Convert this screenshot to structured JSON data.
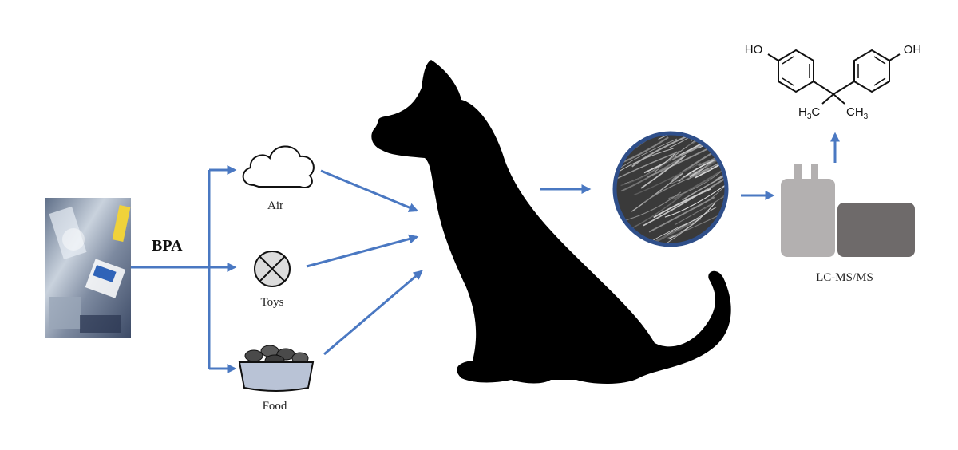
{
  "source_label": "BPA",
  "sources": [
    {
      "label": "Air",
      "icon": "cloud-icon"
    },
    {
      "label": "Toys",
      "icon": "toy-ball-icon"
    },
    {
      "label": "Food",
      "icon": "food-bowl-icon"
    }
  ],
  "subject_icon": "dog-silhouette-icon",
  "sample_icon": "hair-sample-icon",
  "instrument": {
    "label": "LC-MS/MS",
    "icon": "lc-ms-instrument-icon"
  },
  "structure": {
    "left_group": "HO",
    "right_group": "OH",
    "methyl_left": {
      "main": "H",
      "sub": "3",
      "tail": "C"
    },
    "methyl_right": {
      "main": "CH",
      "sub": "3"
    }
  },
  "colors": {
    "arrow": "#4a78c2",
    "silhouette": "#000000",
    "instrument_light": "#b3b0b0",
    "instrument_dark": "#6e6a6a",
    "bowl": "#b9c3d6"
  }
}
